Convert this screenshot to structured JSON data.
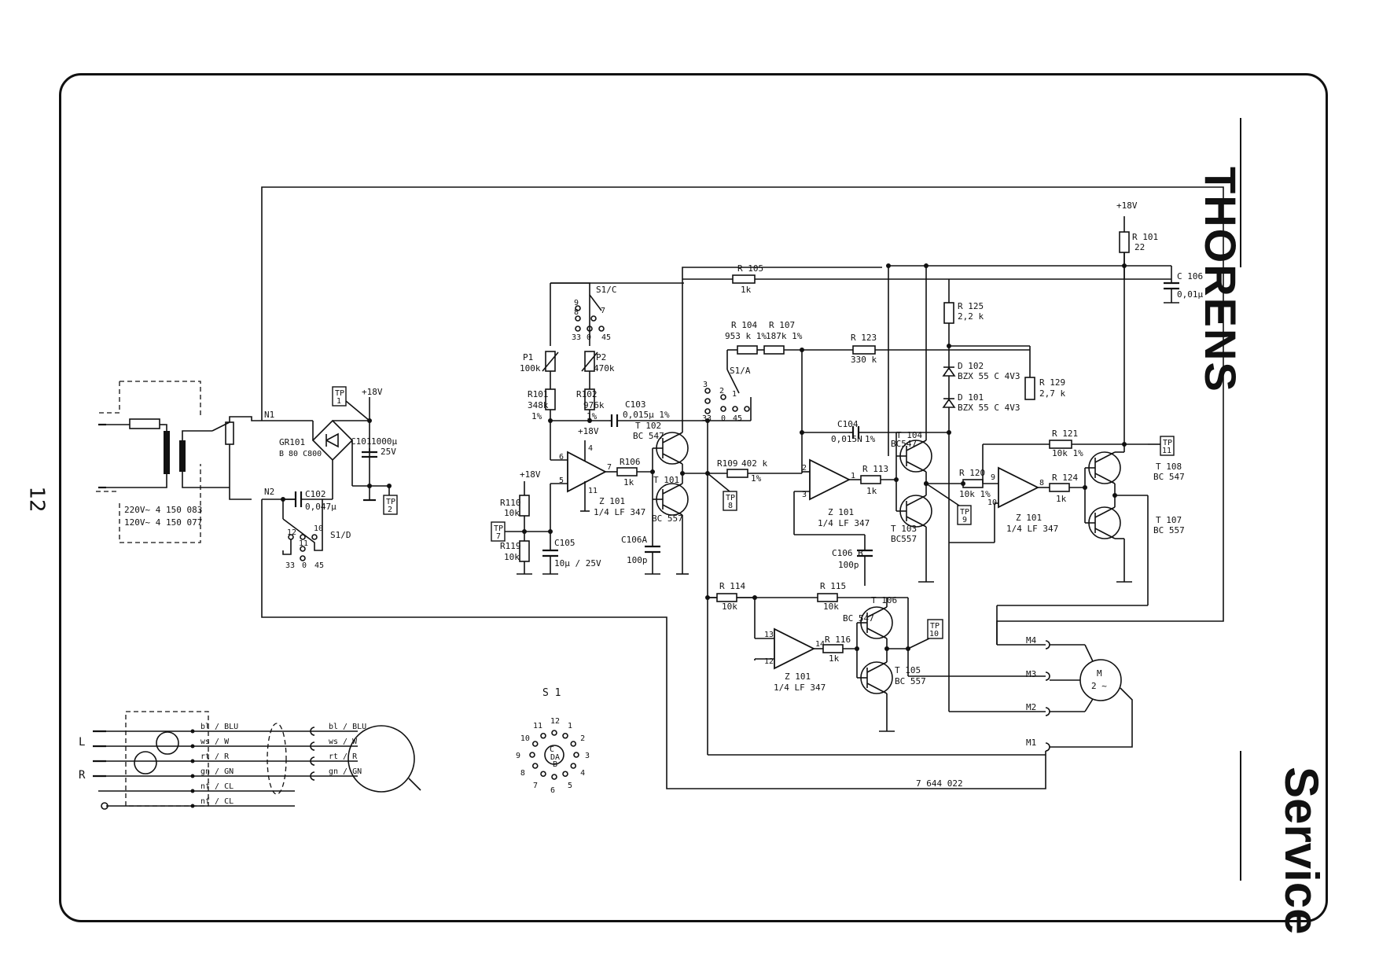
{
  "page": {
    "number": "12",
    "brand": "THORENS",
    "section": "Service",
    "drawing_number": "7 644 022"
  },
  "transformer": {
    "line1": "220V~ 4 150 083",
    "line2": "120V~ 4 150 077"
  },
  "nodes": {
    "n1": "N1",
    "n2": "N2",
    "m4": "M4",
    "m3": "M3",
    "m2": "M2",
    "m1": "M1",
    "plus18": "+18V"
  },
  "test_points": {
    "tp1": "1",
    "tp2": "2",
    "tp7": "7",
    "tp8": "8",
    "tp9": "9",
    "tp10": "10",
    "tp11": "11",
    "tp_label": "TP"
  },
  "components": {
    "gr101_a": "GR101",
    "gr101_b": "B 80 C800",
    "c101_a": "C101",
    "c101_b": "1000μ",
    "c101_c": "25V",
    "c102_a": "C102",
    "c102_b": "0,047μ",
    "s1d": "S1/D",
    "s1c": "S1/C",
    "s1a": "S1/A",
    "p1_a": "P1",
    "p1_b": "100k",
    "p2_a": "P2",
    "p2_b": "470k",
    "r101a_a": "R101",
    "r101a_b": "348k",
    "r101a_c": "1%",
    "r102_a": "R102",
    "r102_b": "976k",
    "r102_c": "1%",
    "c103_a": "C103",
    "c103_b": "0,015μ 1%",
    "r110_a": "R110",
    "r110_b": "10k",
    "r119_a": "R119",
    "r119_b": "10k",
    "c105_a": "C105",
    "c105_b": "10μ / 25V",
    "z101a_a": "Z 101",
    "z101a_b": "1/4 LF 347",
    "r106_a": "R106",
    "r106_b": "1k",
    "t102_a": "T 102",
    "t102_b": "BC 547",
    "t101_a": "T 101",
    "t101_b": "BC 557",
    "c106a_a": "C106A",
    "c106a_b": "100p",
    "r105_a": "R 105",
    "r105_b": "1k",
    "r104_a": "R 104",
    "r104_b": "953 k 1%",
    "r107_a": "R 107",
    "r107_b": "187k 1%",
    "r123_a": "R 123",
    "r123_b": "330 k",
    "r109_a": "R109",
    "r109_b": "402 k",
    "r109_c": "1%",
    "c104_a": "C104",
    "c104_b": "0,015N",
    "c104_c": "1%",
    "z101b_a": "Z 101",
    "z101b_b": "1/4 LF 347",
    "r113_a": "R 113",
    "r113_b": "1k",
    "t104_a": "T 104",
    "t104_b": "BC547",
    "t103_a": "T 103",
    "t103_b": "BC557",
    "c106b_a": "C106 B",
    "c106b_b": "100p",
    "r125_a": "R 125",
    "r125_b": "2,2 k",
    "d102_a": "D 102",
    "d102_b": "BZX 55 C 4V3",
    "d101_a": "D 101",
    "d101_b": "BZX 55 C 4V3",
    "r129_a": "R 129",
    "r129_b": "2,7 k",
    "r120_a": "R 120",
    "r120_b": "10k 1%",
    "r121_a": "R 121",
    "r121_b": "10k 1%",
    "z101c_a": "Z 101",
    "z101c_b": "1/4 LF 347",
    "r124_a": "R 124",
    "r124_b": "1k",
    "t108_a": "T 108",
    "t108_b": "BC 547",
    "t107_a": "T 107",
    "t107_b": "BC 557",
    "r101b_a": "R 101",
    "r101b_b": "22",
    "c106_a": "C 106",
    "c106_b": "0,01μ",
    "r114_a": "R 114",
    "r114_b": "10k",
    "r115_a": "R 115",
    "r115_b": "10k",
    "z101d_a": "Z 101",
    "z101d_b": "1/4 LF 347",
    "r116_a": "R 116",
    "r116_b": "1k",
    "t106_a": "T 106",
    "t106_b": "BC 547",
    "t105_a": "T 105",
    "t105_b": "BC 557",
    "motor_a": "M",
    "motor_b": "2 ~"
  },
  "switch_positions": {
    "s1d": [
      "12",
      "11",
      "10",
      "33",
      "0",
      "45"
    ],
    "s1c": [
      "9",
      "8",
      "7",
      "33",
      "0",
      "45"
    ],
    "s1a": [
      "3",
      "2",
      "1",
      "33",
      "0",
      "45"
    ]
  },
  "pins": {
    "p5": "5",
    "p6": "6",
    "p7": "7",
    "p11": "11",
    "p4": "4",
    "p1": "1",
    "p2": "2",
    "p3": "3",
    "p8": "8",
    "p9": "9",
    "p10": "10",
    "p12": "12",
    "p13": "13",
    "p14": "14"
  },
  "s1_diagram": {
    "title": "S 1",
    "positions": [
      "12",
      "1",
      "2",
      "3",
      "4",
      "5",
      "6",
      "7",
      "8",
      "9",
      "10",
      "11"
    ],
    "center": [
      "C",
      "D",
      "A",
      "B"
    ]
  },
  "cable": {
    "sides": [
      "L",
      "R"
    ],
    "wires": [
      "bl / BLU",
      "ws / W",
      "rt / R",
      "gn / GN",
      "nf / CL",
      "nf / CL"
    ],
    "motor_side": [
      "bl / BLU",
      "ws / W",
      "rt / R",
      "gn / GN"
    ]
  }
}
